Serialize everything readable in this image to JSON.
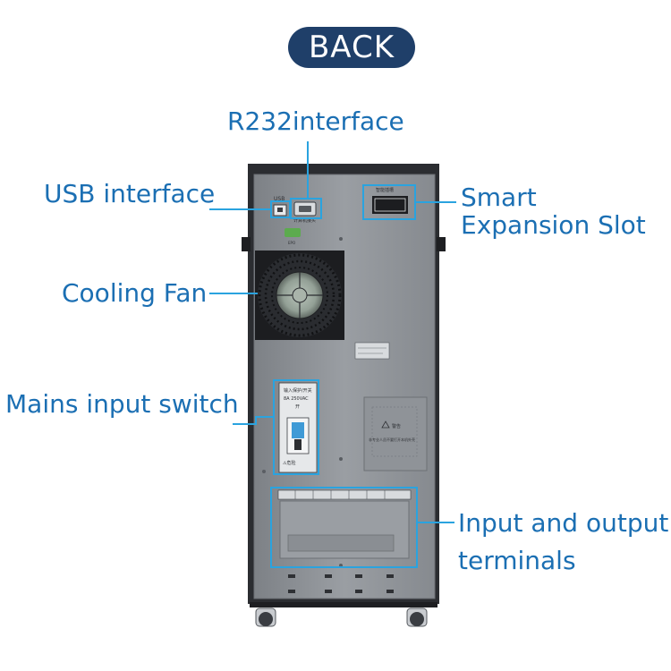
{
  "header": {
    "back_label": "BACK"
  },
  "callouts": {
    "r232": "R232interface",
    "usb": "USB interface",
    "smart_line1": "Smart",
    "smart_line2": "Expansion Slot",
    "fan": "Cooling Fan",
    "mains": "Mains input switch",
    "io_line1": "Input and output",
    "io_line2": "terminals"
  },
  "device": {
    "usb_tag": "USB",
    "rs232_tag": "计算机接头",
    "epo_tag": "EPO",
    "slot_tag": "智能插槽",
    "breaker_tag_1": "输入保护/开关",
    "breaker_tag_2": "8A 250VAC",
    "breaker_tag_3": "开",
    "breaker_warn": "⚠危险",
    "warning_title": "警告",
    "warning_text": "非专业人员不要打开本机外壳"
  },
  "colors": {
    "accent": "#1b6fb3",
    "callout_box": "#2aa3df",
    "button": "#1f3f69",
    "panel": "#8d9196",
    "frame": "#2b2d31"
  }
}
